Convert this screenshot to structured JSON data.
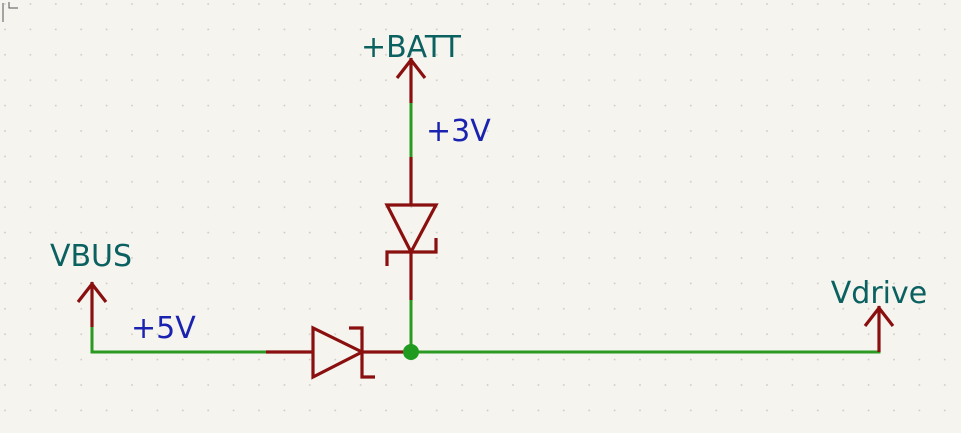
{
  "schematic": {
    "power_ports": {
      "batt": "+BATT",
      "vbus": "VBUS",
      "vdrive": "Vdrive"
    },
    "net_labels": {
      "v3": "+3V",
      "v5": "+5V"
    },
    "components": [
      {
        "kind": "zener-diode",
        "orientation": "vertical"
      },
      {
        "kind": "zener-diode",
        "orientation": "horizontal"
      }
    ]
  },
  "colors": {
    "background": "#f5f4ef",
    "grid_dot": "#c9c8c0",
    "wire": "#2a9a22",
    "symbol": "#8a1010",
    "power_label": "#0b6060",
    "net_label": "#1a22b0",
    "junction": "#1f9b1f"
  }
}
